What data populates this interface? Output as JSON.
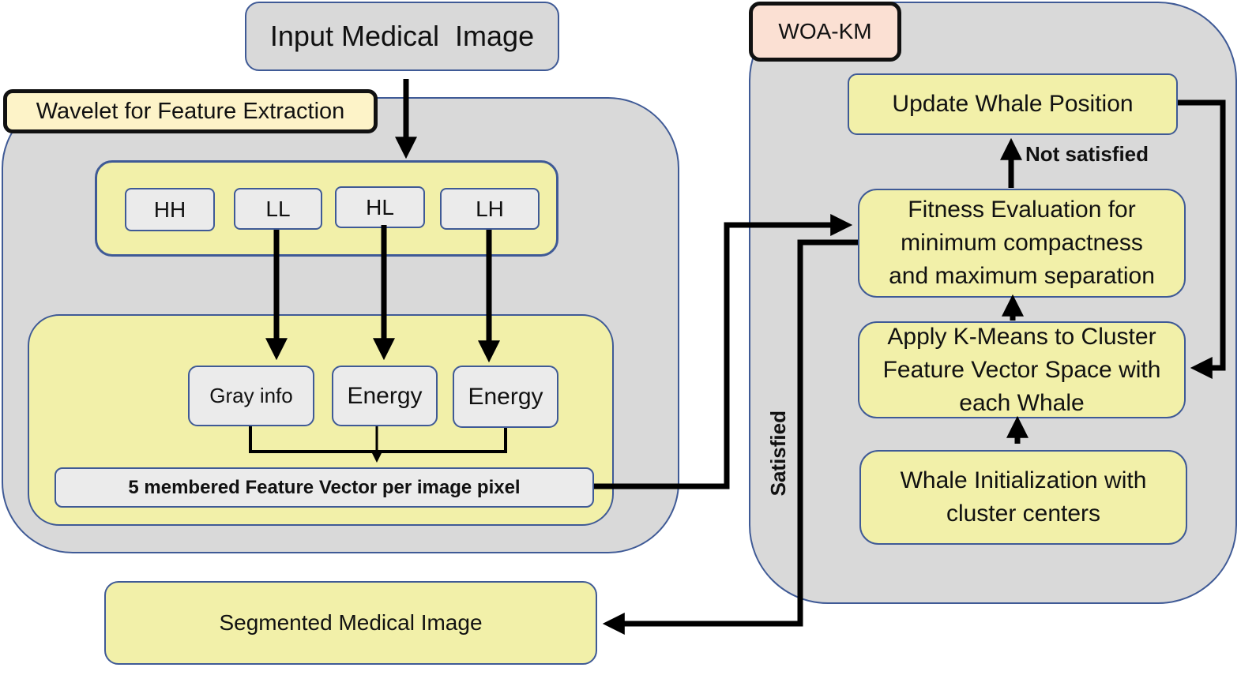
{
  "input": {
    "label": "Input Medical  Image"
  },
  "wavelet": {
    "title": "Wavelet for Feature Extraction",
    "subbands": [
      "HH",
      "LL",
      "HL",
      "LH"
    ],
    "features": [
      "Gray info",
      "Energy",
      "Energy"
    ],
    "feature_vector": "5 membered Feature Vector per image pixel"
  },
  "woa": {
    "title": "WOA-KM",
    "update": "Update Whale Position",
    "not_satisfied": "Not satisfied",
    "fitness_lines": [
      "Fitness Evaluation for",
      "minimum compactness",
      "and maximum separation"
    ],
    "kmeans_lines": [
      "Apply K-Means to Cluster",
      "Feature Vector Space with",
      "each Whale"
    ],
    "init_lines": [
      "Whale Initialization with",
      "cluster centers"
    ],
    "satisfied": "Satisfied"
  },
  "output": {
    "label": "Segmented Medical Image"
  },
  "colors": {
    "panel_gray": "#d9d9d9",
    "box_yellow": "#f2f0a9",
    "box_lightgray": "#ebebeb",
    "border_blue": "#3f5a96",
    "wavelet_tag": "#fdf3c8",
    "woa_tag": "#fbe0d3"
  }
}
